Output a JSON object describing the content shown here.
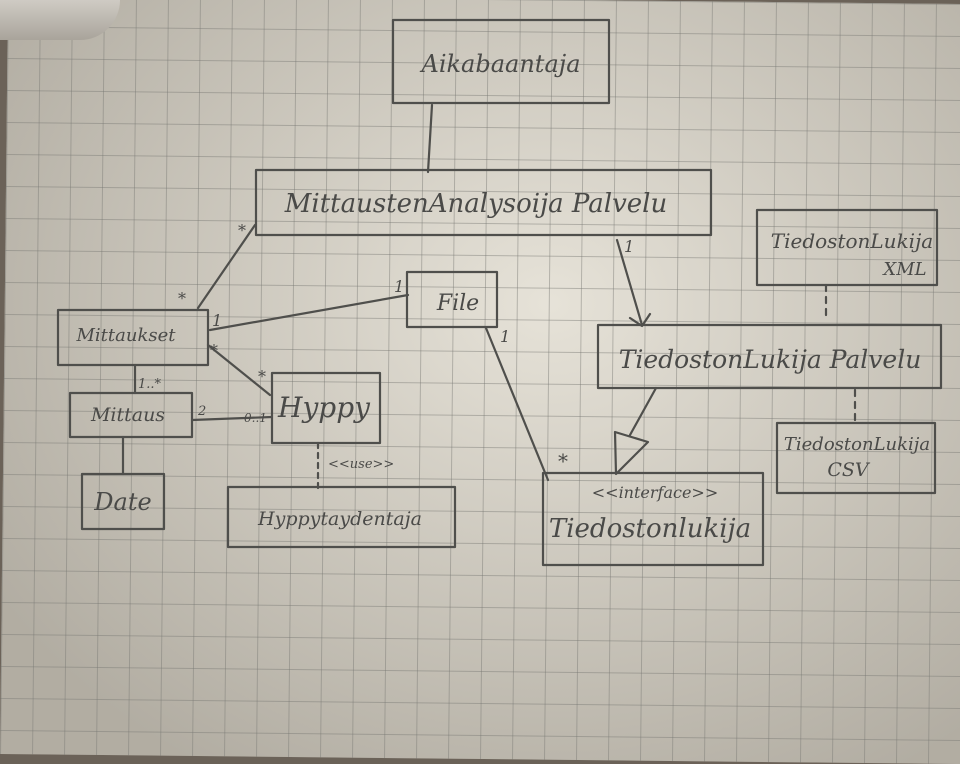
{
  "classes": {
    "vikakoantaja": "Aikabaantaja",
    "analysoija": "MittaustenAnalysoija Palvelu",
    "tiedlukija_xml_line1": "TiedostonLukija",
    "tiedlukija_xml_line2": "XML",
    "mittaukset": "Mittaukset",
    "file": "File",
    "tiedlukija_palvelu": "TiedostonLukija Palvelu",
    "mittaus": "Mittaus",
    "hyppy": "Hyppy",
    "tiedlukija_csv_line1": "TiedostonLukija",
    "tiedlukija_csv_line2": "CSV",
    "date": "Date",
    "hyppytaydentaja": "Hyppytaydentaja",
    "interface_stereotype": "<<interface>>",
    "tiedostonlukija": "Tiedostonlukija"
  },
  "multiplicities": {
    "analysoija_to_mittaukset_top": "*",
    "analysoija_to_mittaukset_bottom": "*",
    "analysoija_to_palvelu": "1",
    "mittaukset_to_file": "1",
    "file_left": "1",
    "mittaukset_to_hyppy": "*",
    "hyppy_from_mittaukset": "*",
    "mittaukset_to_mittaus": "1..*",
    "mittaus_to_hyppy": "2",
    "hyppy_from_mittaus": "0..1",
    "file_to_interface": "1",
    "interface_from_file": "*"
  },
  "stereotypes": {
    "use": "<<use>>"
  }
}
